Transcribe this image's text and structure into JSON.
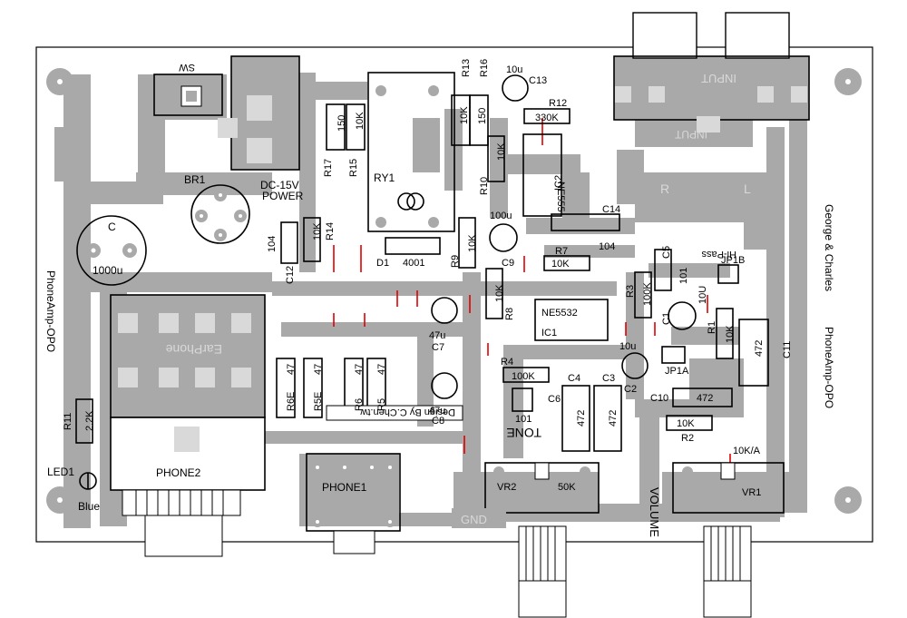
{
  "board": {
    "side_title_left": "PhoneAmp-OPO",
    "side_title_right_1": "George & Charles",
    "side_title_right_2": "PhoneAmp-OPO",
    "designer_credit": "Design By C.Chen.tw"
  },
  "sections": {
    "input": "INPUT",
    "input_lower": "INPUT",
    "earphone": "EarPhone",
    "tone": "TONE",
    "volume": "VOLUME",
    "gnd": "GND",
    "channel_r": "R",
    "channel_l": "L",
    "hi_pass": "Hi-Pass"
  },
  "components": {
    "sw": "SW",
    "br1": "BR1",
    "dc_power_1": "DC-15V",
    "dc_power_2": "POWER",
    "c_main": "C",
    "c_main_val": "1000u",
    "r11": "R11",
    "r11_val": "2.2K",
    "led1": "LED1",
    "led1_color": "Blue",
    "phone2": "PHONE2",
    "phone1": "PHONE1",
    "r17": "R17",
    "r17_val": "150",
    "r15": "R15",
    "r15_val": "10K",
    "ry1": "RY1",
    "r13": "R13",
    "r13_val": "10K",
    "r16": "R16",
    "r16_val": "150",
    "c13": "C13",
    "c13_val": "10u",
    "r12": "R12",
    "r12_val": "330K",
    "ic2": "IC2",
    "ic2_val": "NE555",
    "r10": "R10",
    "r10_val": "10K",
    "c14": "C14",
    "c14_val": "104",
    "c12": "C12",
    "c12_val": "104",
    "r14": "R14",
    "r14_val": "10K",
    "d1": "D1",
    "d1_val": "4001",
    "r9": "R9",
    "r9_val": "10K",
    "c9": "C9",
    "c9_val": "100u",
    "r7": "R7",
    "r7_val": "10K",
    "c5": "C5",
    "c5_val": "101",
    "r8": "R8",
    "r8_val": "10K",
    "ic1": "IC1",
    "ic1_val": "NE5532",
    "r3": "R3",
    "r3_val": "100K",
    "c1": "C1",
    "c1_val": "10U",
    "jp1b": "JP1B",
    "r1": "R1",
    "r1_val": "10K",
    "c11": "C11",
    "c11_val": "472",
    "c7": "C7",
    "c7_val": "47u",
    "c8": "C8",
    "c8_val": "47u",
    "r6e": "R6E",
    "r6e_val": "47",
    "r5e": "R5E",
    "r5e_val": "47",
    "r6": "R6",
    "r6_val": "47",
    "r5": "R5",
    "r5_val": "47",
    "r4": "R4",
    "r4_val": "100K",
    "c4": "C4",
    "c4_val": "472",
    "c3": "C3",
    "c3_val": "472",
    "c6": "C6",
    "c6_val": "101",
    "c2": "C2",
    "c2_val": "10u",
    "jp1a": "JP1A",
    "c10": "C10",
    "c10_val": "472",
    "r2": "R2",
    "r2_val": "10K",
    "vr2": "VR2",
    "vr2_val": "50K",
    "vr1": "VR1",
    "vr1_val": "10K/A"
  },
  "colors": {
    "board": "#ffffff",
    "copper": "#a9a9a9",
    "silkscreen": "#000000",
    "via_mark": "#e00000",
    "label_on_copper": "#dcdcdc"
  }
}
